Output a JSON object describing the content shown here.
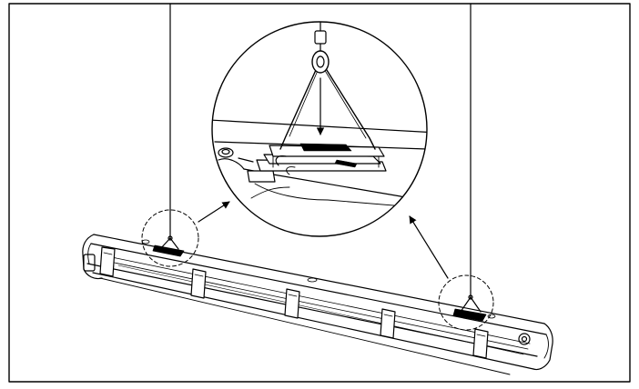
{
  "diagram": {
    "kind": "installation-illustration",
    "subject": "linear-light-fixture-suspended-by-cables",
    "colors": {
      "line": "#000000",
      "background": "#ffffff"
    },
    "elements": {
      "suspension_cables": 2,
      "mounting_clips": 5,
      "hanger_points": 2,
      "detail_callouts": 1
    }
  }
}
